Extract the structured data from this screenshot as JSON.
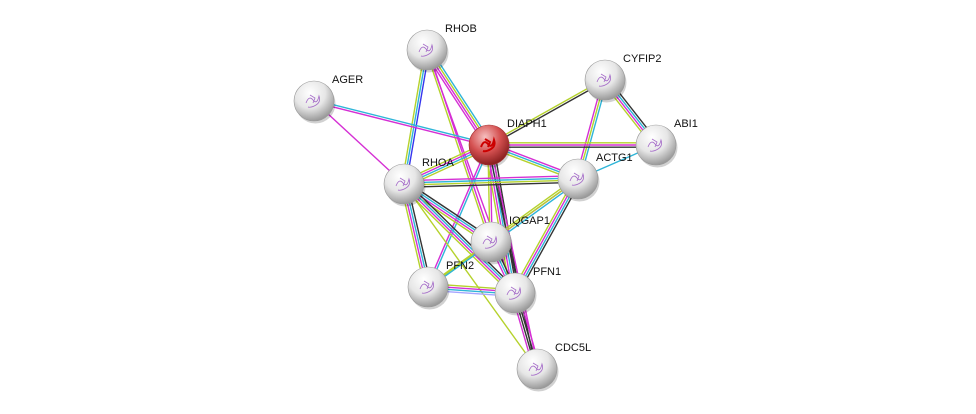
{
  "colors": {
    "green": "#b5d22c",
    "magenta": "#d52fd4",
    "cyan": "#2eb5d8",
    "black": "#333333",
    "blue": "#3535ee",
    "lavender": "#a5a5ff",
    "query_node": "#d44444",
    "node": "#e8e8e8"
  },
  "nodes": [
    {
      "id": "RHOB",
      "label": "RHOB"
    },
    {
      "id": "AGER",
      "label": "AGER"
    },
    {
      "id": "CYFIP2",
      "label": "CYFIP2"
    },
    {
      "id": "DIAPH1",
      "label": "DIAPH1",
      "query": true
    },
    {
      "id": "ABI1",
      "label": "ABI1"
    },
    {
      "id": "ACTG1",
      "label": "ACTG1"
    },
    {
      "id": "RHOA",
      "label": "RHOA"
    },
    {
      "id": "IQGAP1",
      "label": "IQGAP1"
    },
    {
      "id": "PFN2",
      "label": "PFN2"
    },
    {
      "id": "PFN1",
      "label": "PFN1"
    },
    {
      "id": "CDC5L",
      "label": "CDC5L"
    }
  ],
  "edges": [
    [
      "RHOB",
      "DIAPH1",
      [
        "cyan",
        "green",
        "magenta",
        "magenta"
      ]
    ],
    [
      "RHOB",
      "RHOA",
      [
        "blue",
        "cyan",
        "green"
      ]
    ],
    [
      "RHOB",
      "IQGAP1",
      [
        "magenta",
        "green"
      ]
    ],
    [
      "RHOB",
      "PFN1",
      [
        "magenta"
      ]
    ],
    [
      "AGER",
      "DIAPH1",
      [
        "cyan",
        "magenta"
      ]
    ],
    [
      "AGER",
      "RHOA",
      [
        "magenta"
      ]
    ],
    [
      "CYFIP2",
      "DIAPH1",
      [
        "black",
        "green"
      ]
    ],
    [
      "CYFIP2",
      "ABI1",
      [
        "black",
        "cyan",
        "magenta",
        "green"
      ]
    ],
    [
      "CYFIP2",
      "ACTG1",
      [
        "cyan",
        "green",
        "magenta"
      ]
    ],
    [
      "DIAPH1",
      "ABI1",
      [
        "green",
        "magenta",
        "black"
      ]
    ],
    [
      "DIAPH1",
      "ACTG1",
      [
        "magenta",
        "cyan",
        "green"
      ]
    ],
    [
      "DIAPH1",
      "RHOA",
      [
        "green",
        "cyan",
        "magenta",
        "green"
      ]
    ],
    [
      "DIAPH1",
      "IQGAP1",
      [
        "magenta",
        "green"
      ]
    ],
    [
      "DIAPH1",
      "PFN1",
      [
        "black",
        "black",
        "cyan",
        "magenta",
        "green"
      ]
    ],
    [
      "DIAPH1",
      "PFN2",
      [
        "cyan",
        "magenta"
      ]
    ],
    [
      "DIAPH1",
      "CDC5L",
      [
        "magenta",
        "black"
      ]
    ],
    [
      "ABI1",
      "ACTG1",
      [
        "cyan"
      ]
    ],
    [
      "ACTG1",
      "RHOA",
      [
        "black",
        "green",
        "cyan",
        "magenta"
      ]
    ],
    [
      "ACTG1",
      "IQGAP1",
      [
        "cyan",
        "magenta",
        "green"
      ]
    ],
    [
      "ACTG1",
      "PFN1",
      [
        "black",
        "cyan",
        "magenta",
        "green"
      ]
    ],
    [
      "ACTG1",
      "PFN2",
      [
        "green"
      ]
    ],
    [
      "RHOA",
      "IQGAP1",
      [
        "black",
        "cyan",
        "magenta",
        "green"
      ]
    ],
    [
      "RHOA",
      "PFN1",
      [
        "black",
        "cyan",
        "magenta",
        "green"
      ]
    ],
    [
      "RHOA",
      "PFN2",
      [
        "black",
        "cyan",
        "magenta",
        "green"
      ]
    ],
    [
      "RHOA",
      "CDC5L",
      [
        "green"
      ]
    ],
    [
      "IQGAP1",
      "PFN1",
      [
        "black",
        "cyan",
        "magenta"
      ]
    ],
    [
      "IQGAP1",
      "PFN2",
      [
        "cyan",
        "green"
      ]
    ],
    [
      "PFN2",
      "PFN1",
      [
        "green",
        "magenta",
        "cyan",
        "lavender"
      ]
    ],
    [
      "PFN1",
      "CDC5L",
      [
        "magenta",
        "black",
        "black",
        "magenta"
      ]
    ]
  ]
}
